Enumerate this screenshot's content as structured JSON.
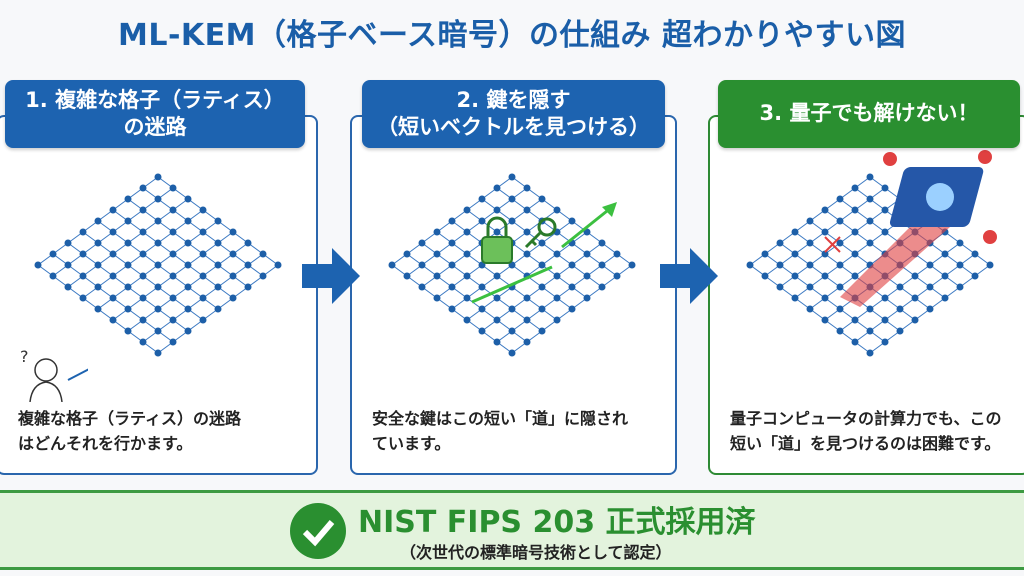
{
  "title": "ML-KEM（格子ベース暗号）の仕組み 超わかりやすい図",
  "panels": [
    {
      "header_line1": "1. 複雑な格子（ラティス）",
      "header_line2": "の迷路",
      "desc_line1": "複雑な格子（ラティス）の迷路",
      "desc_line2": "はどんそれを行かます。",
      "question_mark": "?"
    },
    {
      "header_line1": "2. 鍵を隠す",
      "header_line2": "（短いベクトルを見つける）",
      "desc_line1": "安全な鍵はこの短い「道」に隠され",
      "desc_line2": "ています。"
    },
    {
      "header_line1": "3. 量子でも解けない！",
      "header_line2": "",
      "desc_line1": "量子コンピュータの計算力でも、この",
      "desc_line2": "短い「道」を見つけるのは困難です。"
    }
  ],
  "banner": {
    "title": "NIST FIPS 203 正式採用済",
    "subtitle": "（次世代の標準暗号技術として認定）"
  },
  "colors": {
    "blue": "#1d63b0",
    "green": "#2a8f30",
    "red": "#d83a3a"
  }
}
